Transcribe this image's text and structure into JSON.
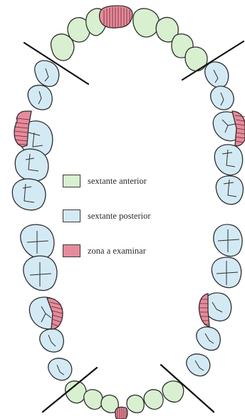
{
  "colors": {
    "anterior_fill": "#d8f0cf",
    "posterior_fill": "#d3eaf5",
    "exam_fill": "#e58c9c",
    "outline": "#2e2e2e",
    "divider": "#111111"
  },
  "legend": [
    {
      "key": "anterior",
      "label": "sextante anterior",
      "color": "#d8f0cf"
    },
    {
      "key": "posterior",
      "label": "sextante posterior",
      "color": "#d3eaf5"
    },
    {
      "key": "exam",
      "label": "zona a examinar",
      "color": "#e58c9c"
    }
  ]
}
